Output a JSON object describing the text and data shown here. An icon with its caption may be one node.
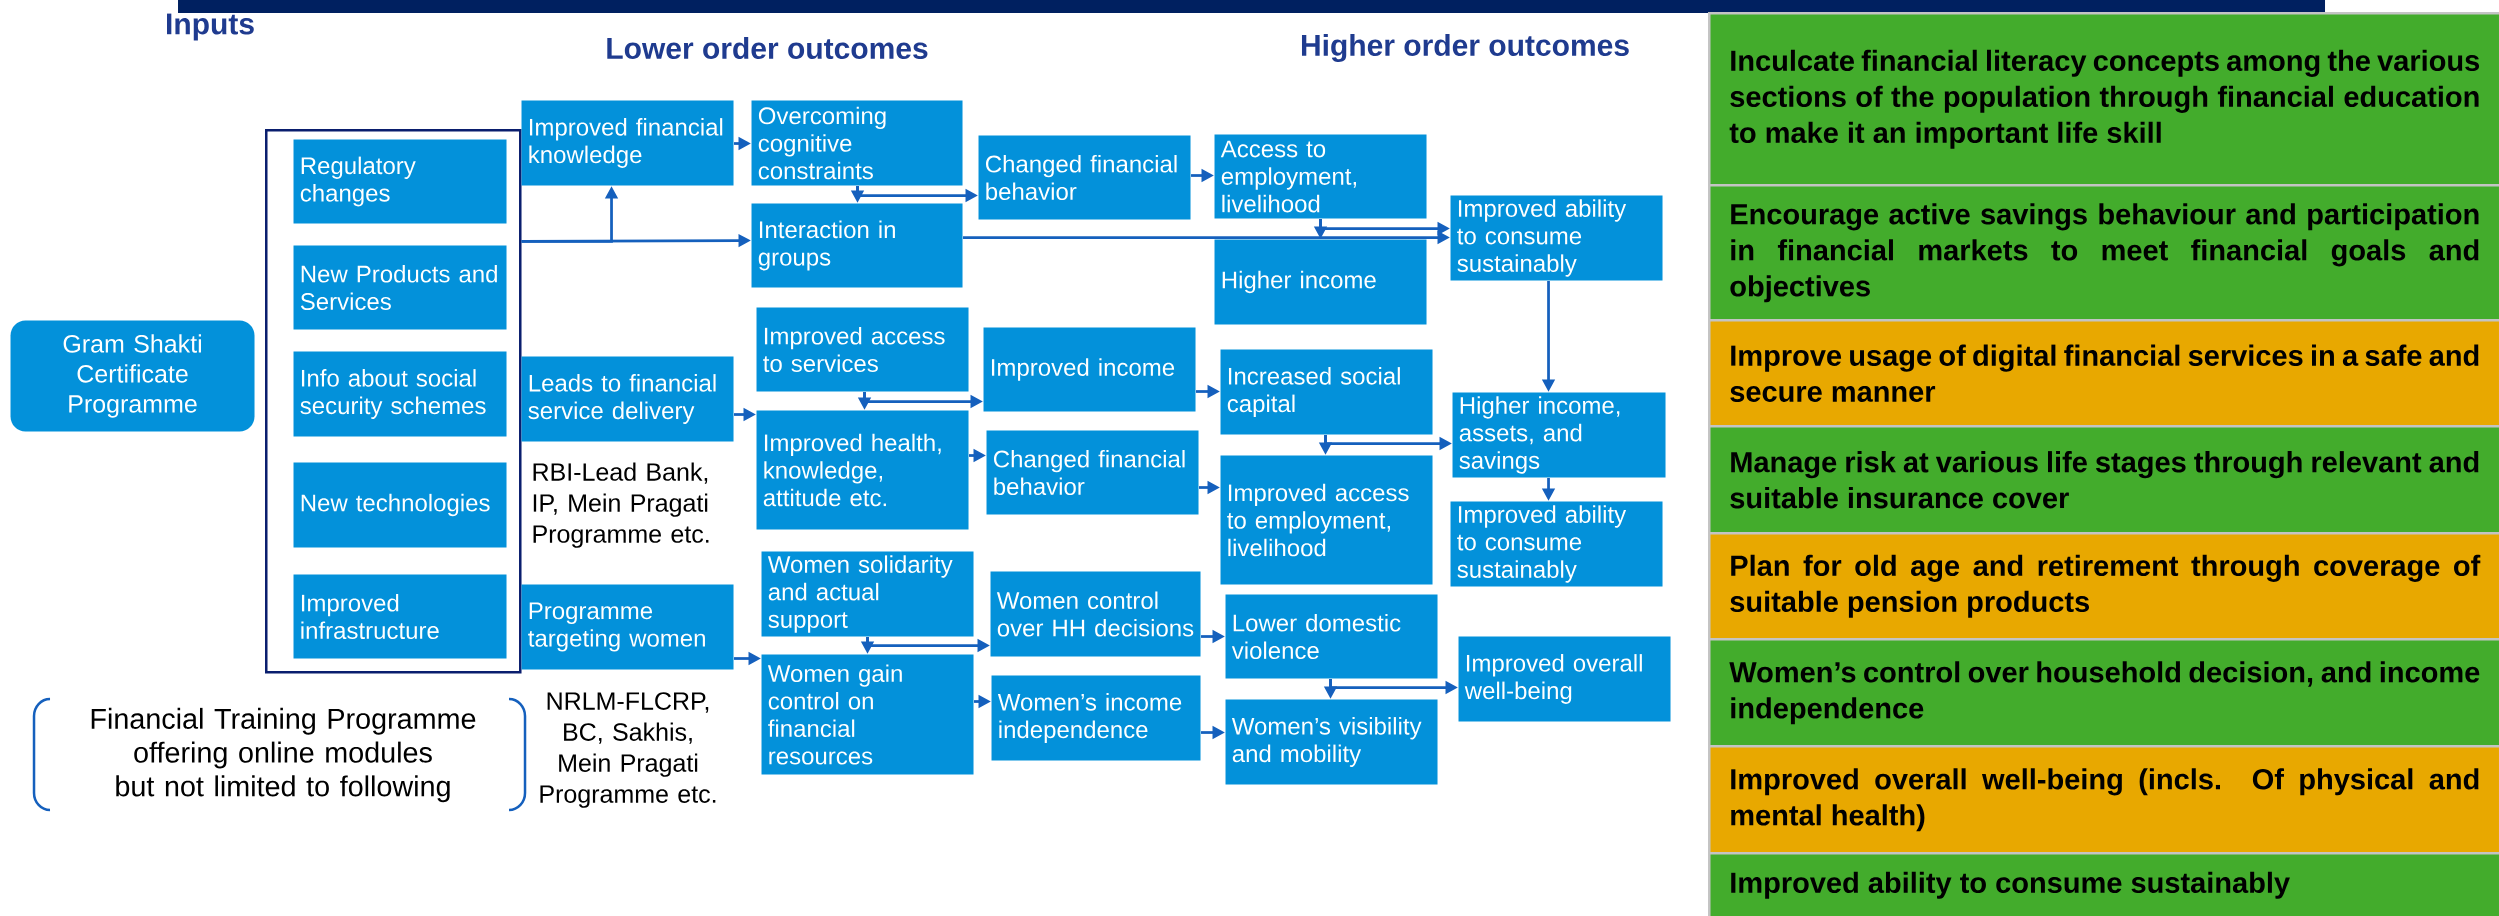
{
  "diagram": {
    "nodes": [
      {
        "text": [
          "Gram Shakti Certificate Programme"
        ]
      },
      {
        "text": [],
        "shape": "box"
      },
      {
        "text": [
          "Regulatory changes"
        ],
        "in": 1
      },
      {
        "text": [
          "New Products and Services"
        ],
        "in": 1
      },
      {
        "text": [
          "Info about social security schemes"
        ],
        "in": 1
      },
      {
        "text": [
          "New technologies"
        ],
        "in": 1
      },
      {
        "text": [
          "Improved infrastructure"
        ],
        "in": 1
      },
      {
        "text": [
          "Improved financial knowledge"
        ]
      },
      {
        "text": [
          "Overcoming cognitive constraints"
        ]
      },
      {
        "text": [
          "Interaction in groups"
        ]
      },
      {
        "text": [
          "Changed financial behavior"
        ]
      },
      {
        "text": [
          "Access to employment, livelihood"
        ]
      },
      {
        "text": [
          "Higher income"
        ]
      },
      {
        "text": [
          "Improved ability to consume sustainably"
        ]
      },
      {
        "text": [
          "Leads to financial service delivery"
        ],
        "beside": [
          "RBI-Lead Bank, IP, Mein Pragati Programme etc."
        ]
      },
      {
        "text": [
          "Improved access to services"
        ]
      },
      {
        "text": [
          "Improved income"
        ]
      },
      {
        "text": [
          "Improved health, knowledge, attitude etc."
        ]
      },
      {
        "text": [
          "Changed financial behavior"
        ]
      },
      {
        "text": [
          "Increased social capital"
        ]
      },
      {
        "text": [
          "Improved access to employment, livelihood"
        ]
      },
      {
        "text": [
          "Higher income, assets, and savings"
        ]
      },
      {
        "text": [
          "Improved ability to consume sustainably"
        ]
      },
      {
        "text": [
          "Programme targeting women"
        ],
        "beside": [
          "NRLM-FLCRP, BC, Sakhis, Mein Pragati Programme etc."
        ]
      },
      {
        "text": [
          "Women solidarity and actual support"
        ]
      },
      {
        "text": [
          "Women control over HH decisions"
        ]
      },
      {
        "text": [
          "Lower domestic violence"
        ]
      },
      {
        "text": [
          "Improved overall well-being"
        ]
      },
      {
        "text": [
          "Women gain control on financial resources"
        ]
      },
      {
        "text": [
          "Women’s income independence"
        ]
      },
      {
        "text": [
          "Women’s visibility and mobility"
        ]
      },
      {
        "text": [
          "Inculcate financial literacy concepts among the various sections of the population through financial education to make it an important life skill"
        ]
      },
      {
        "text": [
          "Encourage active savings behaviour and participation in financial markets to meet financial goals and objectives"
        ]
      },
      {
        "text": [
          "Improve usage of digital financial services in a safe and secure manner"
        ]
      },
      {
        "text": [
          "Manage risk at various life stages through relevant and suitable insurance cover"
        ]
      },
      {
        "text": [
          "Plan for old age and retirement through coverage of suitable pension products"
        ]
      },
      {
        "text": [
          "Women’s control over household decision, and income independence"
        ]
      },
      {
        "text": [
          "Improved overall well-being (incls. Of physical and mental health)"
        ]
      },
      {
        "text": [
          "Improved ability to consume sustainably"
        ]
      }
    ],
    "edges": [
      {
        "from": 1,
        "to": 9,
        "arrow": "to"
      },
      {
        "from": 1,
        "to": 7,
        "arrow": "to"
      },
      {
        "from": 7,
        "to": 8,
        "arrow": "to"
      },
      {
        "from": 8,
        "to": 9,
        "arrow": "to"
      },
      {
        "from": 8,
        "to": 10,
        "arrow": "to"
      },
      {
        "from": 9,
        "to": 13,
        "arrow": "to"
      },
      {
        "from": 10,
        "to": 11,
        "arrow": "to"
      },
      {
        "from": 11,
        "to": 12,
        "arrow": "to"
      },
      {
        "from": 11,
        "to": 13,
        "arrow": "to"
      },
      {
        "from": 13,
        "to": 21,
        "arrow": "to"
      },
      {
        "from": 14,
        "to": 17,
        "arrow": "to"
      },
      {
        "from": 15,
        "to": 17,
        "arrow": "to"
      },
      {
        "from": 15,
        "to": 16,
        "arrow": "to"
      },
      {
        "from": 17,
        "to": 18,
        "arrow": "to"
      },
      {
        "from": 16,
        "to": 19,
        "arrow": "to"
      },
      {
        "from": 18,
        "to": 20,
        "arrow": "to"
      },
      {
        "from": 19,
        "to": 20,
        "arrow": "to"
      },
      {
        "from": 19,
        "to": 21,
        "arrow": "to"
      },
      {
        "from": 21,
        "to": 22,
        "arrow": "to"
      },
      {
        "from": 23,
        "to": 28,
        "arrow": "to"
      },
      {
        "from": 24,
        "to": 28,
        "arrow": "to"
      },
      {
        "from": 24,
        "to": 25,
        "arrow": "to"
      },
      {
        "from": 28,
        "to": 29,
        "arrow": "to"
      },
      {
        "from": 25,
        "to": 26,
        "arrow": "to"
      },
      {
        "from": 29,
        "to": 30,
        "arrow": "to"
      },
      {
        "from": 26,
        "to": 30,
        "arrow": "to"
      },
      {
        "from": 26,
        "to": 27,
        "arrow": "to"
      }
    ],
    "labels": [
      "Inputs",
      "Lower order outcomes",
      "Higher order outcomes",
      "Financial Training Programme offering online modules but not limited to following"
    ]
  }
}
